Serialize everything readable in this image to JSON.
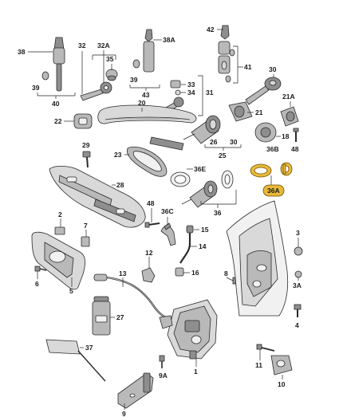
{
  "callouts": [
    {
      "id": "38",
      "text": "38"
    },
    {
      "id": "32",
      "text": "32"
    },
    {
      "id": "32A",
      "text": "32A"
    },
    {
      "id": "35",
      "text": "35"
    },
    {
      "id": "38A",
      "text": "38A"
    },
    {
      "id": "42",
      "text": "42"
    },
    {
      "id": "41",
      "text": "41"
    },
    {
      "id": "39a",
      "text": "39"
    },
    {
      "id": "40",
      "text": "40"
    },
    {
      "id": "39b",
      "text": "39"
    },
    {
      "id": "43",
      "text": "43"
    },
    {
      "id": "33",
      "text": "33"
    },
    {
      "id": "34",
      "text": "34"
    },
    {
      "id": "31",
      "text": "31"
    },
    {
      "id": "30",
      "text": "30"
    },
    {
      "id": "20",
      "text": "20"
    },
    {
      "id": "21",
      "text": "21"
    },
    {
      "id": "21A",
      "text": "21A"
    },
    {
      "id": "22",
      "text": "22"
    },
    {
      "id": "26",
      "text": "26"
    },
    {
      "id": "30b",
      "text": "30"
    },
    {
      "id": "25",
      "text": "25"
    },
    {
      "id": "18",
      "text": "18"
    },
    {
      "id": "36B",
      "text": "36B"
    },
    {
      "id": "48a",
      "text": "48"
    },
    {
      "id": "29",
      "text": "29"
    },
    {
      "id": "23",
      "text": "23"
    },
    {
      "id": "36E",
      "text": "36E"
    },
    {
      "id": "36A",
      "text": "36A"
    },
    {
      "id": "28",
      "text": "28"
    },
    {
      "id": "36",
      "text": "36"
    },
    {
      "id": "48b",
      "text": "48"
    },
    {
      "id": "36C",
      "text": "36C"
    },
    {
      "id": "2",
      "text": "2"
    },
    {
      "id": "7",
      "text": "7"
    },
    {
      "id": "15",
      "text": "15"
    },
    {
      "id": "3",
      "text": "3"
    },
    {
      "id": "14",
      "text": "14"
    },
    {
      "id": "12",
      "text": "12"
    },
    {
      "id": "6",
      "text": "6"
    },
    {
      "id": "5",
      "text": "5"
    },
    {
      "id": "16",
      "text": "16"
    },
    {
      "id": "13",
      "text": "13"
    },
    {
      "id": "8",
      "text": "8"
    },
    {
      "id": "3A",
      "text": "3A"
    },
    {
      "id": "27",
      "text": "27"
    },
    {
      "id": "4",
      "text": "4"
    },
    {
      "id": "37",
      "text": "37"
    },
    {
      "id": "1",
      "text": "1"
    },
    {
      "id": "9A",
      "text": "9A"
    },
    {
      "id": "11",
      "text": "11"
    },
    {
      "id": "10",
      "text": "10"
    },
    {
      "id": "9",
      "text": "9"
    }
  ],
  "colors": {
    "part_fill": "#b9b9b9",
    "highlight": "#e8b93a",
    "outline": "#2a2a2a"
  }
}
